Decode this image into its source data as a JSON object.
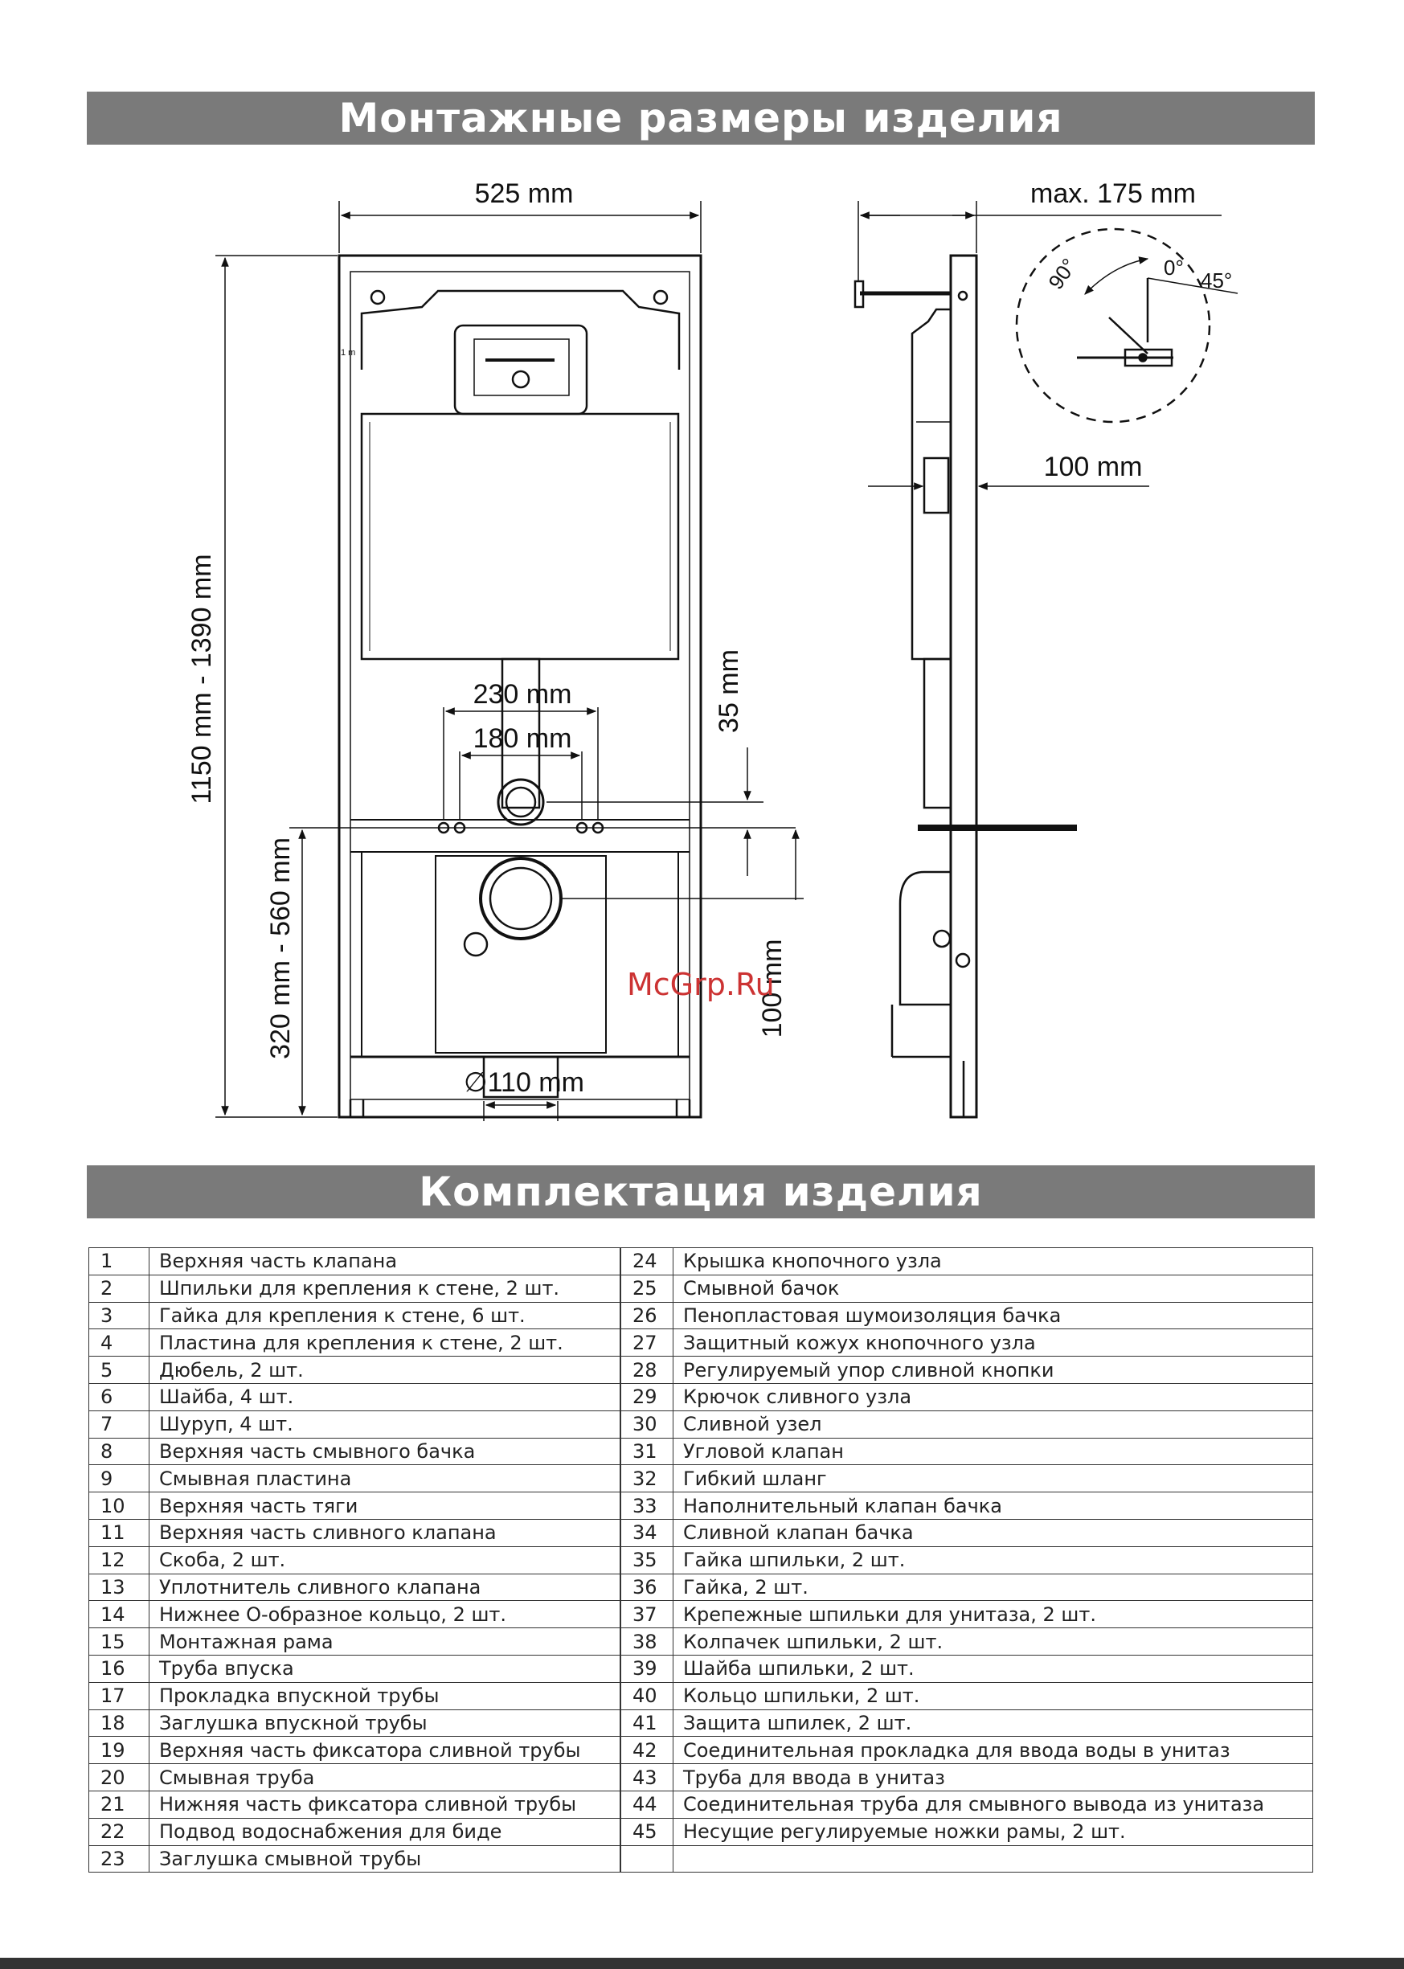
{
  "titles": {
    "mounting": "Монтажные размеры изделия",
    "kit": "Комплектация изделия"
  },
  "dimensions": {
    "width": "525 mm",
    "depth_max": "max. 175 mm",
    "height": "1150 mm - 1390 mm",
    "lower": "320 mm - 560 mm",
    "stud_outer": "230 mm",
    "stud_inner": "180 mm",
    "offset_35": "35 mm",
    "offset_100_v": "100 mm",
    "offset_100_h": "100 mm",
    "pipe": "∅110 mm",
    "angle_90": "90°",
    "angle_0": "0°",
    "angle_45": "45°",
    "small_mark": "1 m"
  },
  "watermark": "McGrp.Ru",
  "parts_left": [
    {
      "n": "1",
      "name": "Верхняя часть клапана"
    },
    {
      "n": "2",
      "name": "Шпильки для крепления к стене, 2 шт."
    },
    {
      "n": "3",
      "name": "Гайка для крепления к стене, 6 шт."
    },
    {
      "n": "4",
      "name": "Пластина для крепления к стене, 2 шт."
    },
    {
      "n": "5",
      "name": "Дюбель, 2 шт."
    },
    {
      "n": "6",
      "name": "Шайба, 4 шт."
    },
    {
      "n": "7",
      "name": "Шуруп, 4 шт."
    },
    {
      "n": "8",
      "name": "Верхняя часть смывного бачка"
    },
    {
      "n": "9",
      "name": "Смывная пластина"
    },
    {
      "n": "10",
      "name": "Верхняя часть тяги"
    },
    {
      "n": "11",
      "name": "Верхняя часть сливного клапана"
    },
    {
      "n": "12",
      "name": "Скоба, 2 шт."
    },
    {
      "n": "13",
      "name": "Уплотнитель сливного клапана"
    },
    {
      "n": "14",
      "name": "Нижнее О-образное кольцо, 2 шт."
    },
    {
      "n": "15",
      "name": "Монтажная рама"
    },
    {
      "n": "16",
      "name": "Труба впуска"
    },
    {
      "n": "17",
      "name": "Прокладка впускной трубы"
    },
    {
      "n": "18",
      "name": "Заглушка впускной трубы"
    },
    {
      "n": "19",
      "name": "Верхняя часть фиксатора сливной трубы"
    },
    {
      "n": "20",
      "name": "Смывная труба"
    },
    {
      "n": "21",
      "name": "Нижняя часть фиксатора сливной трубы"
    },
    {
      "n": "22",
      "name": "Подвод водоснабжения для биде"
    },
    {
      "n": "23",
      "name": "Заглушка смывной трубы"
    }
  ],
  "parts_right": [
    {
      "n": "24",
      "name": "Крышка кнопочного узла"
    },
    {
      "n": "25",
      "name": "Смывной бачок"
    },
    {
      "n": "26",
      "name": "Пенопластовая шумоизоляция бачка"
    },
    {
      "n": "27",
      "name": "Защитный кожух кнопочного узла"
    },
    {
      "n": "28",
      "name": "Регулируемый упор сливной кнопки"
    },
    {
      "n": "29",
      "name": "Крючок сливного узла"
    },
    {
      "n": "30",
      "name": "Сливной узел"
    },
    {
      "n": "31",
      "name": "Угловой клапан"
    },
    {
      "n": "32",
      "name": "Гибкий шланг"
    },
    {
      "n": "33",
      "name": "Наполнительный клапан бачка"
    },
    {
      "n": "34",
      "name": "Сливной клапан бачка"
    },
    {
      "n": "35",
      "name": "Гайка шпильки, 2 шт."
    },
    {
      "n": "36",
      "name": "Гайка, 2 шт."
    },
    {
      "n": "37",
      "name": "Крепежные шпильки для унитаза, 2 шт."
    },
    {
      "n": "38",
      "name": "Колпачек шпильки, 2 шт."
    },
    {
      "n": "39",
      "name": "Шайба шпильки, 2 шт."
    },
    {
      "n": "40",
      "name": "Кольцо шпильки, 2 шт."
    },
    {
      "n": "41",
      "name": "Защита шпилек, 2 шт."
    },
    {
      "n": "42",
      "name": "Соединительная прокладка для ввода воды в унитаз"
    },
    {
      "n": "43",
      "name": "Труба для ввода в унитаз"
    },
    {
      "n": "44",
      "name": "Соединительная труба для смывного вывода из унитаза"
    },
    {
      "n": "45",
      "name": "Несущие регулируемые ножки рамы, 2 шт."
    }
  ]
}
